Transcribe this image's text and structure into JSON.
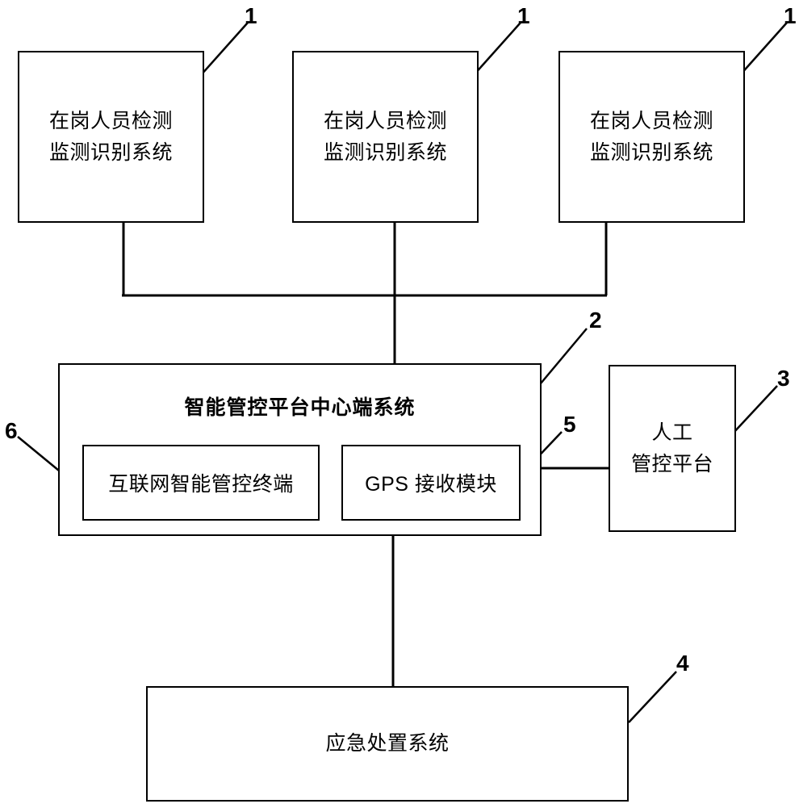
{
  "diagram": {
    "figure_type": "system-block-diagram",
    "line_color": "#000000",
    "background_color": "#ffffff",
    "nodes": {
      "sensor_1": {
        "line1": "在岗人员检测",
        "line2": "监测识别系统"
      },
      "sensor_2": {
        "line1": "在岗人员检测",
        "line2": "监测识别系统"
      },
      "sensor_3": {
        "line1": "在岗人员检测",
        "line2": "监测识别系统"
      },
      "center_system": {
        "title": "智能管控平台中心端系统",
        "inner_terminal": "互联网智能管控终端",
        "inner_gps": "GPS 接收模块"
      },
      "manual_platform": {
        "line1": "人工",
        "line2": "管控平台"
      },
      "emergency_system": {
        "line1": "应急处置系统"
      }
    },
    "reference_numerals": {
      "sensor_1": "1",
      "sensor_2": "1",
      "sensor_3": "1",
      "center_system": "2",
      "manual_platform": "3",
      "emergency_system": "4",
      "gps_module": "5",
      "internet_terminal": "6"
    }
  }
}
